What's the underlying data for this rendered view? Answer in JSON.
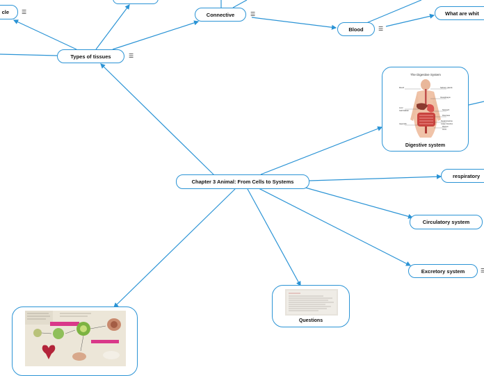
{
  "colors": {
    "accent": "#2a93d5",
    "node_bg": "#ffffff",
    "text": "#111111"
  },
  "menu_glyph": "☰",
  "nodes": {
    "center": "Chapter 3 Animal: From Cells to Systems",
    "types_of_tissues": "Types of tissues",
    "muscle_partial": "cle",
    "connective": "Connective",
    "blood": "Blood",
    "what_are_white": "What are whit",
    "digestive": "Digestive system",
    "respiratory": "respiratory",
    "circulatory": "Circulatory system",
    "excretory": "Excretory system",
    "questions": "Questions"
  },
  "digestive_image": {
    "title": "The Digestive System",
    "labels": [
      "Mouth",
      "Salivary glands",
      "Oesophagus",
      "Liver",
      "Gall bladder",
      "Stomach",
      "Pancreas",
      "Small intestine",
      "Large intestine",
      "Appendix",
      "Rectum",
      "Anus"
    ]
  }
}
